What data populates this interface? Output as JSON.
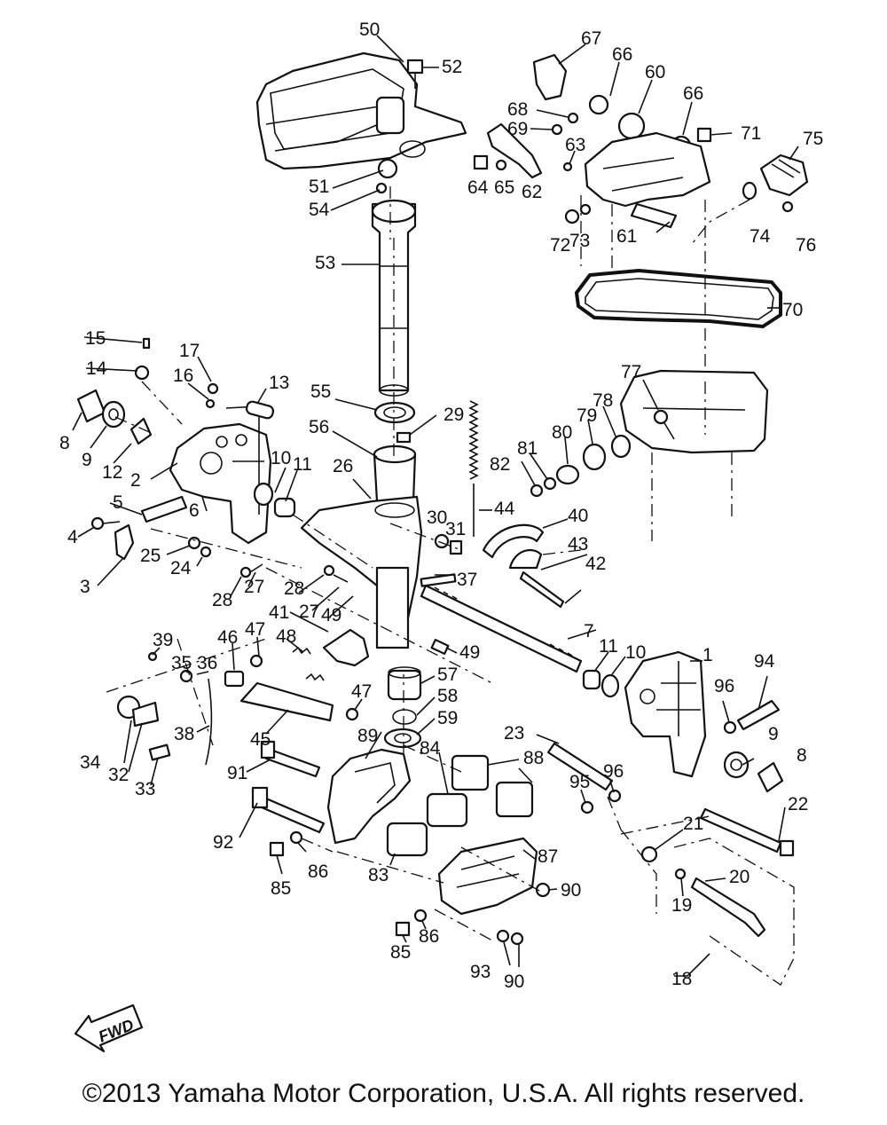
{
  "diagram": {
    "callouts": [
      "1",
      "2",
      "3",
      "4",
      "5",
      "6",
      "7",
      "8",
      "9",
      "10",
      "11",
      "12",
      "13",
      "14",
      "15",
      "16",
      "17",
      "18",
      "19",
      "20",
      "21",
      "22",
      "23",
      "24",
      "25",
      "26",
      "27",
      "28",
      "29",
      "30",
      "31",
      "32",
      "33",
      "34",
      "35",
      "36",
      "37",
      "38",
      "39",
      "40",
      "41",
      "42",
      "43",
      "44",
      "45",
      "46",
      "47",
      "48",
      "49",
      "50",
      "51",
      "52",
      "53",
      "54",
      "55",
      "56",
      "57",
      "58",
      "59",
      "60",
      "61",
      "62",
      "63",
      "64",
      "65",
      "66",
      "67",
      "68",
      "69",
      "70",
      "71",
      "72",
      "73",
      "74",
      "75",
      "76",
      "77",
      "78",
      "79",
      "80",
      "81",
      "82",
      "83",
      "84",
      "85",
      "86",
      "87",
      "88",
      "89",
      "90",
      "91",
      "92",
      "93",
      "94",
      "95",
      "96"
    ],
    "fwd_label": "FWD"
  },
  "footer": {
    "copyright": "©2013 Yamaha Motor Corporation, U.S.A. All rights reserved."
  }
}
